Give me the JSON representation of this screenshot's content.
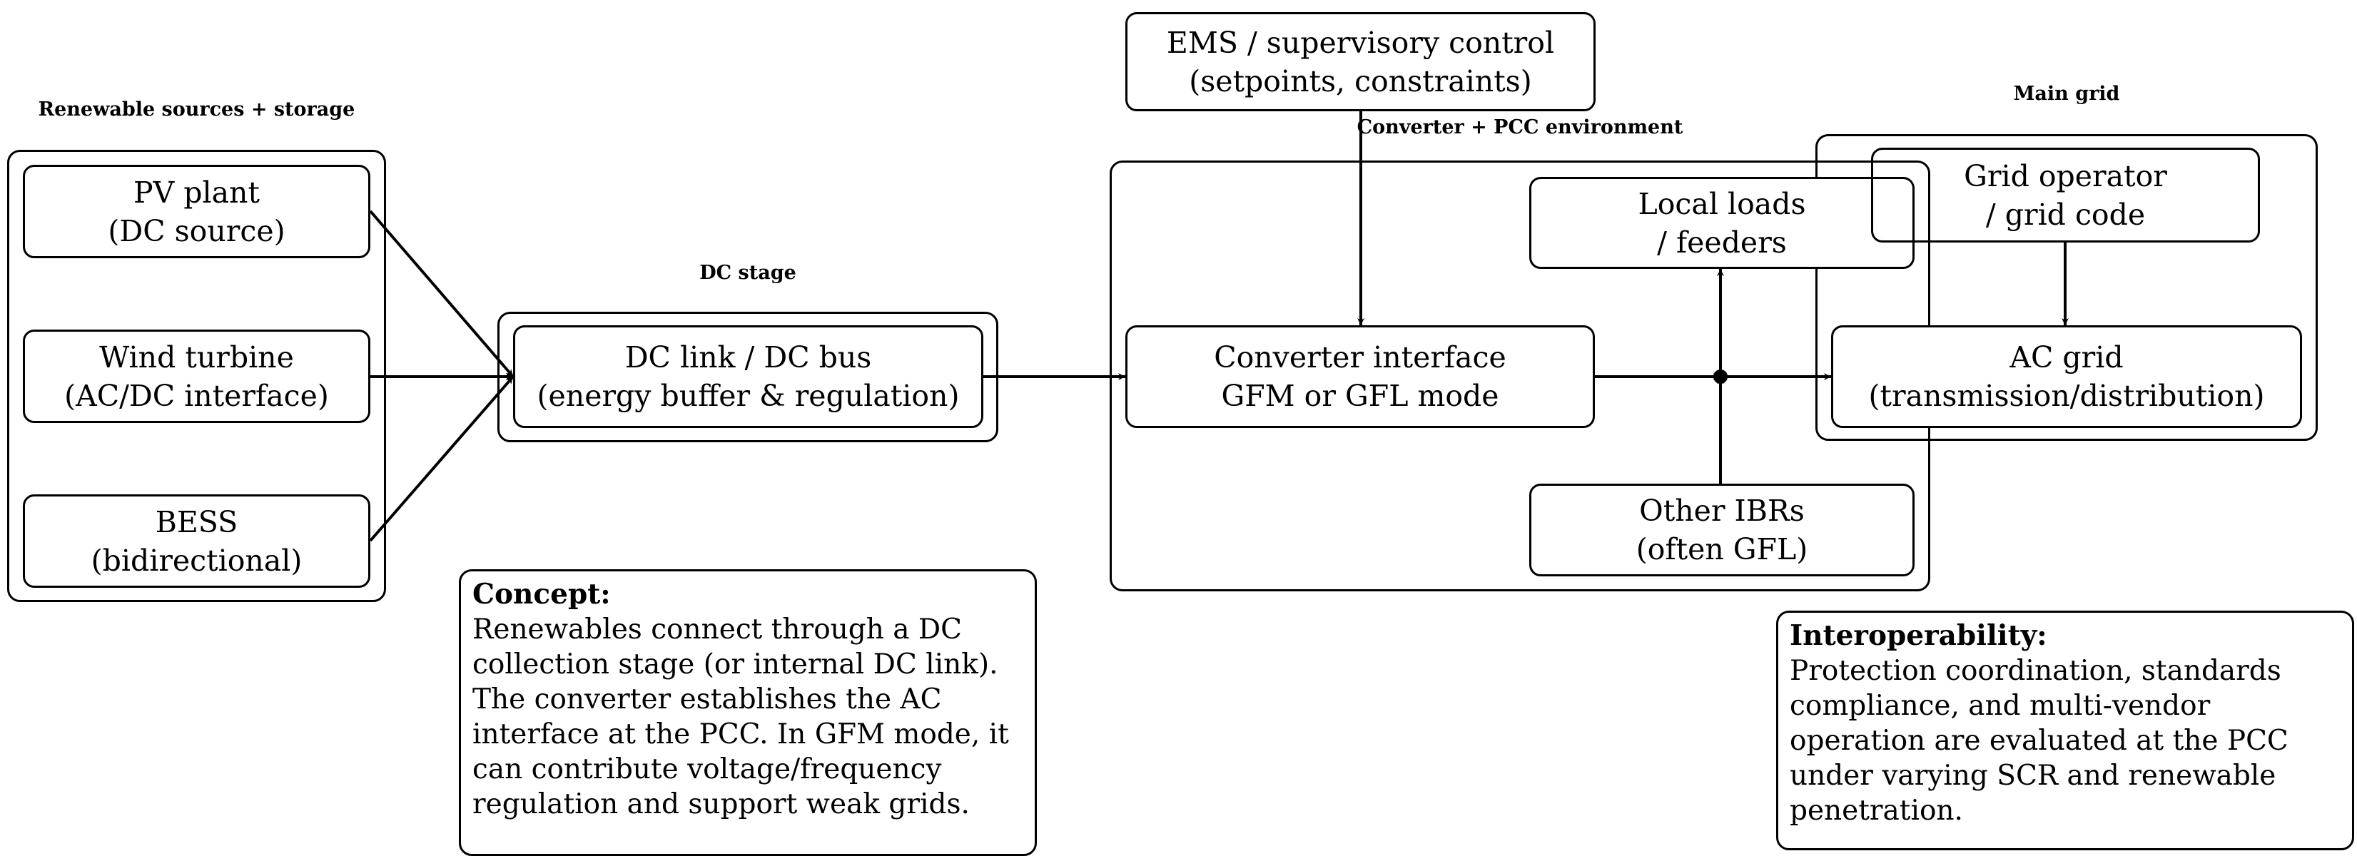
{
  "groups": {
    "sources": {
      "title": "Renewable sources + storage"
    },
    "dc": {
      "title": "DC stage"
    },
    "converter_env": {
      "title": "Converter + PCC environment"
    },
    "main_grid": {
      "title": "Main grid"
    }
  },
  "nodes": {
    "pv": {
      "line1": "PV plant",
      "line2": "(DC source)"
    },
    "wind": {
      "line1": "Wind turbine",
      "line2": "(AC/DC interface)"
    },
    "bess": {
      "line1": "BESS",
      "line2": "(bidirectional)"
    },
    "dc_link": {
      "line1": "DC link / DC bus",
      "line2": "(energy buffer & regulation)"
    },
    "ems": {
      "line1": "EMS / supervisory control",
      "line2": "(setpoints, constraints)"
    },
    "converter": {
      "line1": "Converter interface",
      "line2": "GFM or GFL mode"
    },
    "loads": {
      "line1": "Local loads",
      "line2": "/ feeders"
    },
    "other_ibrs": {
      "line1": "Other IBRs",
      "line2": "(often GFL)"
    },
    "grid_operator": {
      "line1": "Grid operator",
      "line2": "/ grid code"
    },
    "ac_grid": {
      "line1": "AC grid",
      "line2": "(transmission/distribution)"
    }
  },
  "notes": {
    "concept": {
      "title": "Concept:",
      "body": "Renewables connect through a DC collection stage (or internal DC link). The converter establishes the AC interface at the PCC. In GFM mode, it can contribute voltage/frequency regulation and support weak grids."
    },
    "interop": {
      "title": "Interoperability:",
      "body": "Protection coordination, standards compliance, and multi-vendor operation are evaluated at the PCC under varying SCR and renewable penetration."
    }
  },
  "colors": {
    "stroke": "#000000",
    "background": "#ffffff"
  }
}
